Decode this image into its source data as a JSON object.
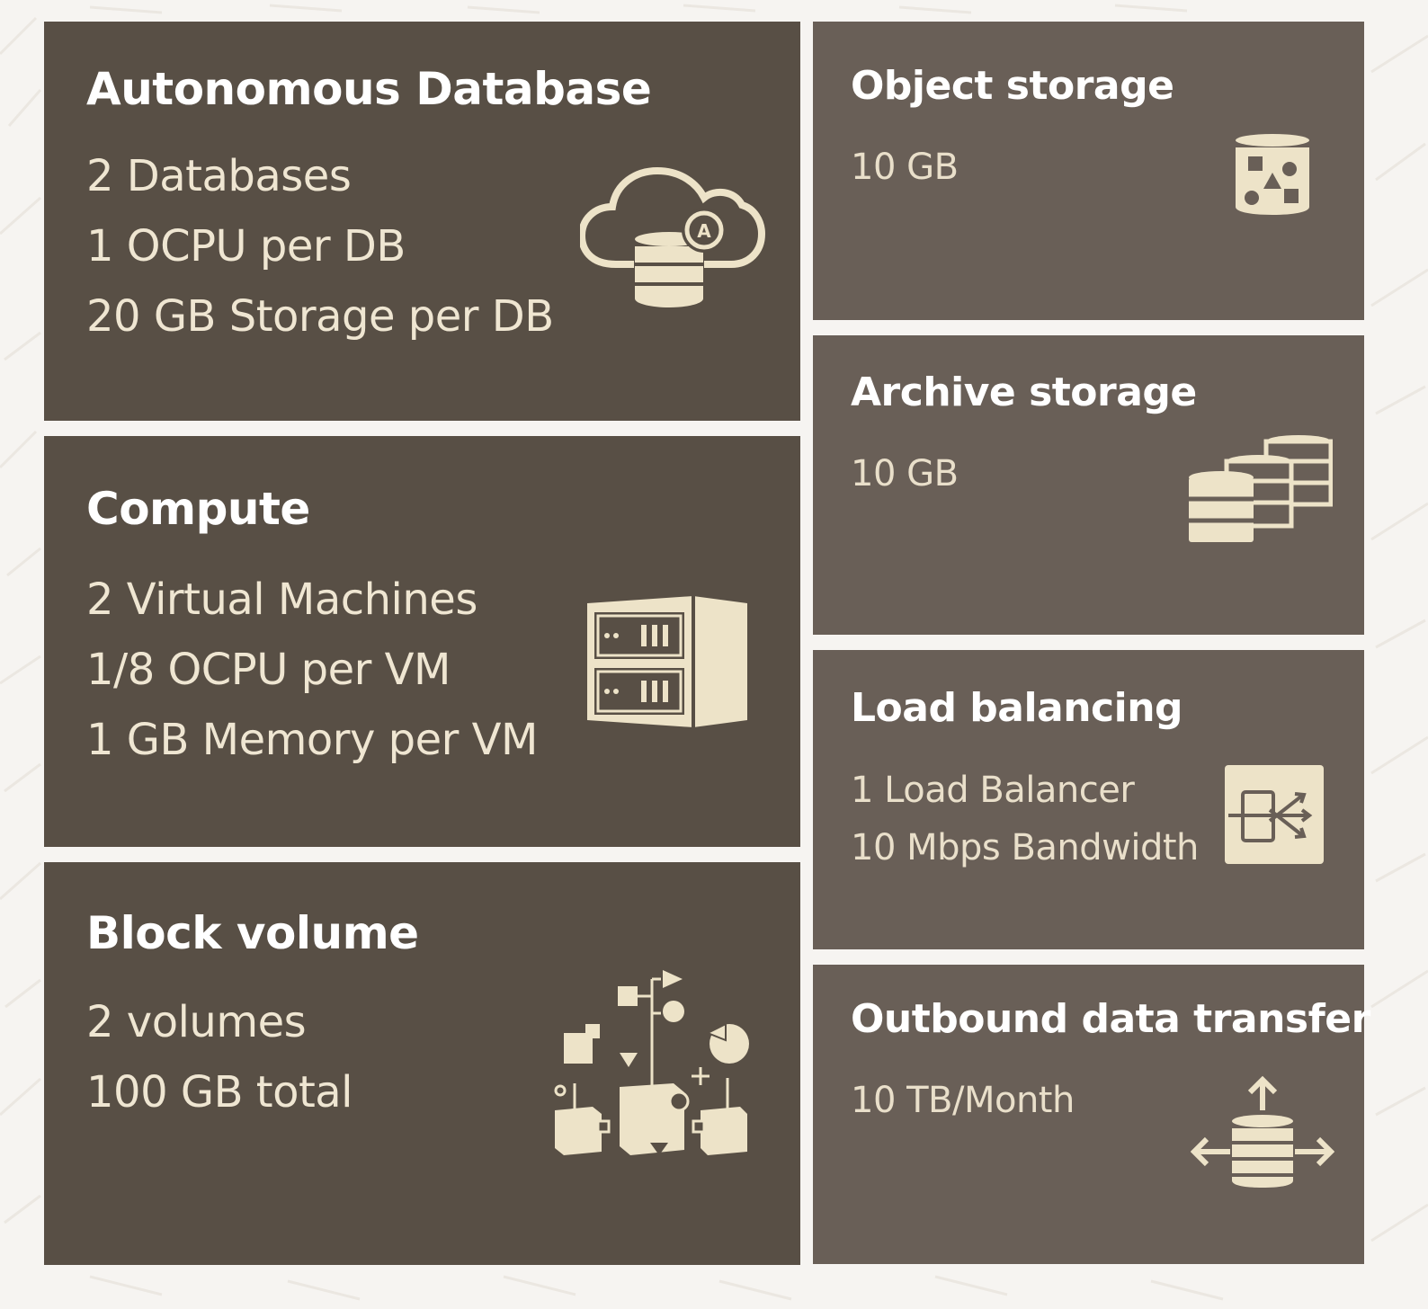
{
  "cards": {
    "autonomous_db": {
      "title": "Autonomous Database",
      "lines": [
        "2 Databases",
        "1 OCPU per DB",
        "20 GB Storage per DB"
      ],
      "icon": "cloud-database-icon"
    },
    "compute": {
      "title": "Compute",
      "lines": [
        "2 Virtual Machines",
        "1/8 OCPU per VM",
        "1 GB Memory per VM"
      ],
      "icon": "server-rack-icon"
    },
    "block_volume": {
      "title": "Block volume",
      "lines": [
        "2 volumes",
        "100 GB total"
      ],
      "icon": "block-volume-icon"
    },
    "object_storage": {
      "title": "Object storage",
      "lines": [
        "10 GB"
      ],
      "icon": "object-storage-icon"
    },
    "archive_storage": {
      "title": "Archive storage",
      "lines": [
        "10 GB"
      ],
      "icon": "archive-storage-icon"
    },
    "load_balancing": {
      "title": "Load balancing",
      "lines": [
        "1 Load Balancer",
        "10 Mbps Bandwidth"
      ],
      "icon": "load-balancer-icon"
    },
    "outbound_transfer": {
      "title": "Outbound data transfer",
      "lines": [
        "10 TB/Month"
      ],
      "icon": "data-transfer-icon"
    }
  },
  "colors": {
    "dark_card": "#584f45",
    "light_card": "#695f57",
    "icon": "#ede3c8",
    "background": "#f6f4f1"
  }
}
